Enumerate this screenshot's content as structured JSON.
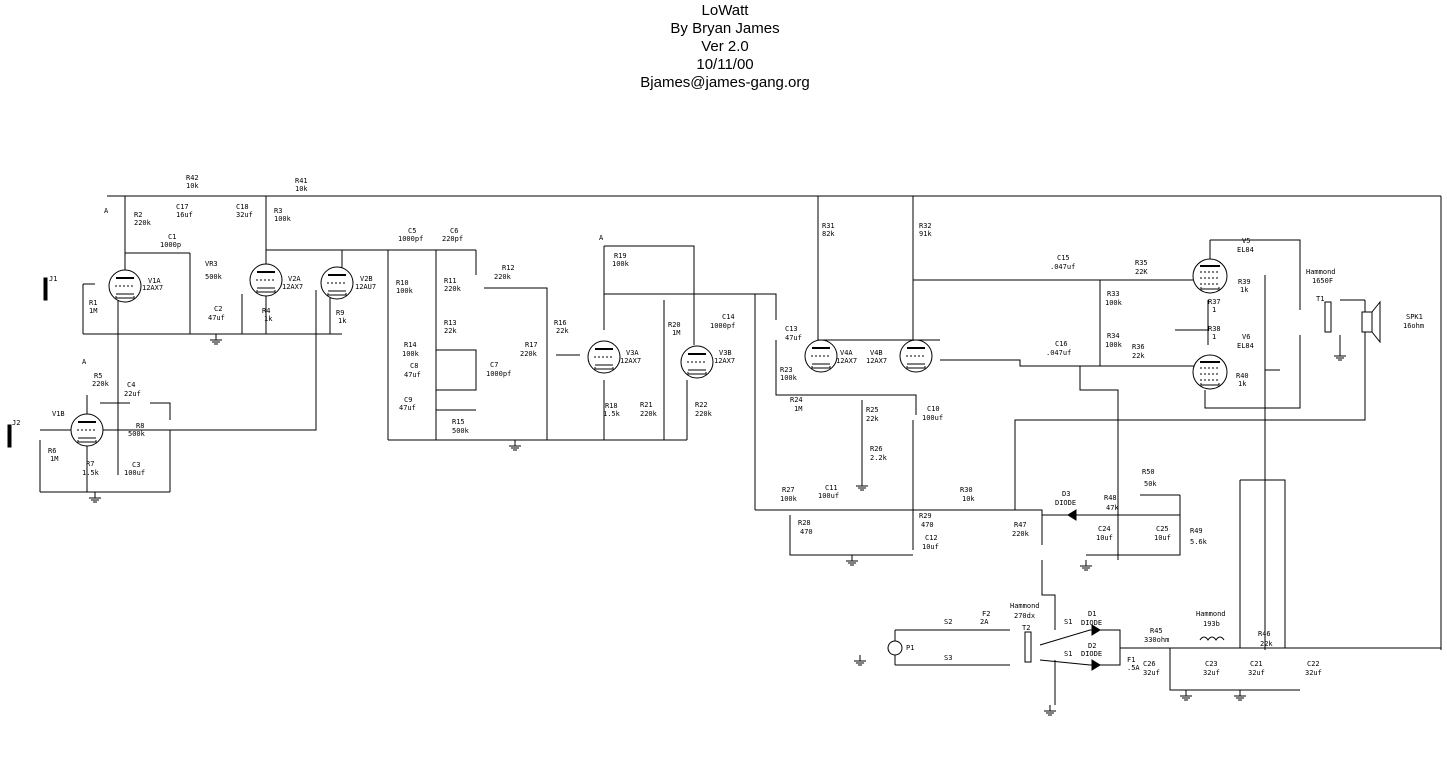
{
  "header": {
    "title": "LoWatt",
    "author": "By Bryan James",
    "version": "Ver 2.0",
    "date": "10/11/00",
    "email": "Bjames@james-gang.org"
  },
  "labels": {
    "node_a": "A",
    "j1": "J1",
    "j2": "J2",
    "r1": "R1",
    "r1v": "1M",
    "r2": "R2",
    "r2v": "220k",
    "r42": "R42",
    "r42v": "10k",
    "r41": "R41",
    "r41v": "10k",
    "c17": "C17",
    "c17v": "16uf",
    "c18": "C18",
    "c18v": "32uf",
    "r3": "R3",
    "r3v": "100k",
    "c1": "C1",
    "c1v": "1000p",
    "vr3": "VR3",
    "vr3v": "500k",
    "v1a": "V1A",
    "v1av": "12AX7",
    "v2a": "V2A",
    "v2av": "12AX7",
    "v2b": "V2B",
    "v2bv": "12AU7",
    "c2": "C2",
    "c2v": "47uf",
    "r4": "R4",
    "r4v": "1k",
    "r9": "R9",
    "r9v": "1k",
    "r5": "R5",
    "r5v": "220k",
    "c4": "C4",
    "c4v": "22uf",
    "v1b": "V1B",
    "r6": "R6",
    "r6v": "1M",
    "r7": "R7",
    "r7v": "1.5k",
    "c3": "C3",
    "c3v": "100uf",
    "r8": "R8",
    "r8v": "500k",
    "c5": "C5",
    "c5v": "1000pf",
    "c6": "C6",
    "c6v": "220pf",
    "r10": "R10",
    "r10v": "100k",
    "r11": "R11",
    "r11v": "220k",
    "r12": "R12",
    "r12v": "220k",
    "r13": "R13",
    "r13v": "22k",
    "r14": "R14",
    "r14v": "100k",
    "c8": "C8",
    "c8v": "47uf",
    "c7": "C7",
    "c7v": "1000pf",
    "c9": "C9",
    "c9v": "47uf",
    "r15": "R15",
    "r15v": "500k",
    "r16": "R16",
    "r16v": "22k",
    "r17": "R17",
    "r17v": "220k",
    "r19": "R19",
    "r19v": "100k",
    "v3a": "V3A",
    "v3av": "12AX7",
    "v3b": "V3B",
    "v3bv": "12AX7",
    "r18": "R18",
    "r18v": "1.5k",
    "r20": "R20",
    "r20v": "1M",
    "r21": "R21",
    "r21v": "220k",
    "r22": "R22",
    "r22v": "220k",
    "c14": "C14",
    "c14v": "1000pf",
    "c13": "C13",
    "c13v": "47uf",
    "r23": "R23",
    "r23v": "100k",
    "r24": "R24",
    "r24v": "1M",
    "r31": "R31",
    "r31v": "82k",
    "r32": "R32",
    "r32v": "91k",
    "v4a": "V4A",
    "v4av": "12AX7",
    "v4b": "V4B",
    "v4bv": "12AX7",
    "r25": "R25",
    "r25v": "22k",
    "r26": "R26",
    "r26v": "2.2k",
    "c10": "C10",
    "c10v": "100uf",
    "r27": "R27",
    "r27v": "100k",
    "c11": "C11",
    "c11v": "100uf",
    "r28": "R28",
    "r28v": "470",
    "r29": "R29",
    "r29v": "470",
    "c12": "C12",
    "c12v": "10uf",
    "r30": "R30",
    "r30v": "10k",
    "c15": "C15",
    "c15v": ".047uf",
    "c16": "C16",
    "c16v": ".047uf",
    "r33": "R33",
    "r33v": "100k",
    "r34": "R34",
    "r34v": "100k",
    "r35": "R35",
    "r35v": "22K",
    "r36": "R36",
    "r36v": "22k",
    "v5": "V5",
    "v5v": "EL84",
    "v6": "V6",
    "v6v": "EL84",
    "r37": "R37",
    "r37v": "1",
    "r38": "R38",
    "r38v": "1",
    "r39": "R39",
    "r39v": "1k",
    "r40": "R40",
    "r40v": "1k",
    "ot_brand": "Hammond",
    "ot_model": "1650F",
    "t1": "T1",
    "spk": "SPK1",
    "spkv": "16ohm",
    "d3": "D3",
    "d3v": "DIODE",
    "r48": "R48",
    "r48v": "47k",
    "r50": "R50",
    "r50v": "50k",
    "r47": "R47",
    "r47v": "220k",
    "c24": "C24",
    "c24v": "10uf",
    "c25": "C25",
    "c25v": "10uf",
    "r49": "R49",
    "r49v": "5.6k",
    "pt_brand": "Hammond",
    "pt_model": "270dx",
    "t2": "T2",
    "f2": "F2",
    "f2v": "2A",
    "s2": "S2",
    "s3": "S3",
    "p1": "P1",
    "s1a": "S1",
    "s1b": "S1",
    "d1": "D1",
    "d1v": "DIODE",
    "d2": "D2",
    "d2v": "DIODE",
    "f1": "F1",
    "f1v": ".5A",
    "r45": "R45",
    "r45v": "330ohm",
    "c26": "C26",
    "c26v": "32uf",
    "c23": "C23",
    "c23v": "32uf",
    "choke_brand": "Hammond",
    "choke_model": "193b",
    "r46": "R46",
    "r46v": "22k",
    "c21": "C21",
    "c21v": "32uf",
    "c22": "C22",
    "c22v": "32uf"
  }
}
